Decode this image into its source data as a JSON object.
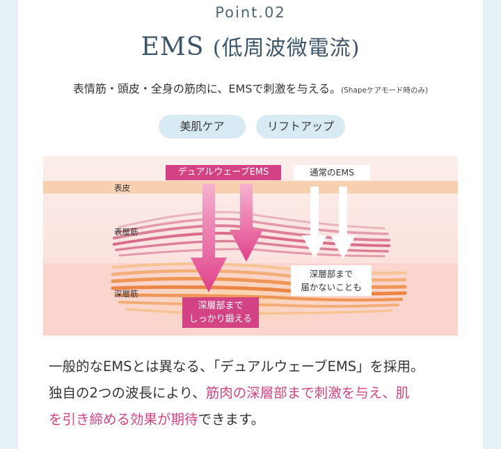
{
  "header": {
    "point": "Point.02",
    "title_main": "EMS",
    "title_sub": "(低周波微電流)",
    "description": "表情筋・頭皮・全身の筋肉に、EMSで刺激を与える。",
    "description_note": "(Shapeケアモード時のみ)"
  },
  "tags": [
    "美肌ケア",
    "リフトアップ"
  ],
  "diagram": {
    "label_dual": "デュアルウェーブEMS",
    "label_normal": "通常のEMS",
    "layer_epidermis": "表皮",
    "layer_surface": "表層筋",
    "layer_deep": "深層筋",
    "deep_reach_line1": "深層部まで",
    "deep_reach_line2": "しっかり鍛える",
    "no_reach_line1": "深層部まで",
    "no_reach_line2": "届かないことも"
  },
  "body": {
    "line1": "一般的なEMSとは異なる、「デュアルウェーブEMS」を採用。",
    "line2_prefix": "独自の2つの波長により、",
    "line2_highlight": "筋肉の深層部まで刺激を与え、肌",
    "line3_highlight": "を引き締める効果が期待",
    "line3_suffix": "できます。"
  },
  "colors": {
    "accent_pink": "#d34282",
    "title_blue": "#3b5568",
    "tag_bg": "#d8eaf4",
    "page_bg": "#e6f1f7"
  }
}
